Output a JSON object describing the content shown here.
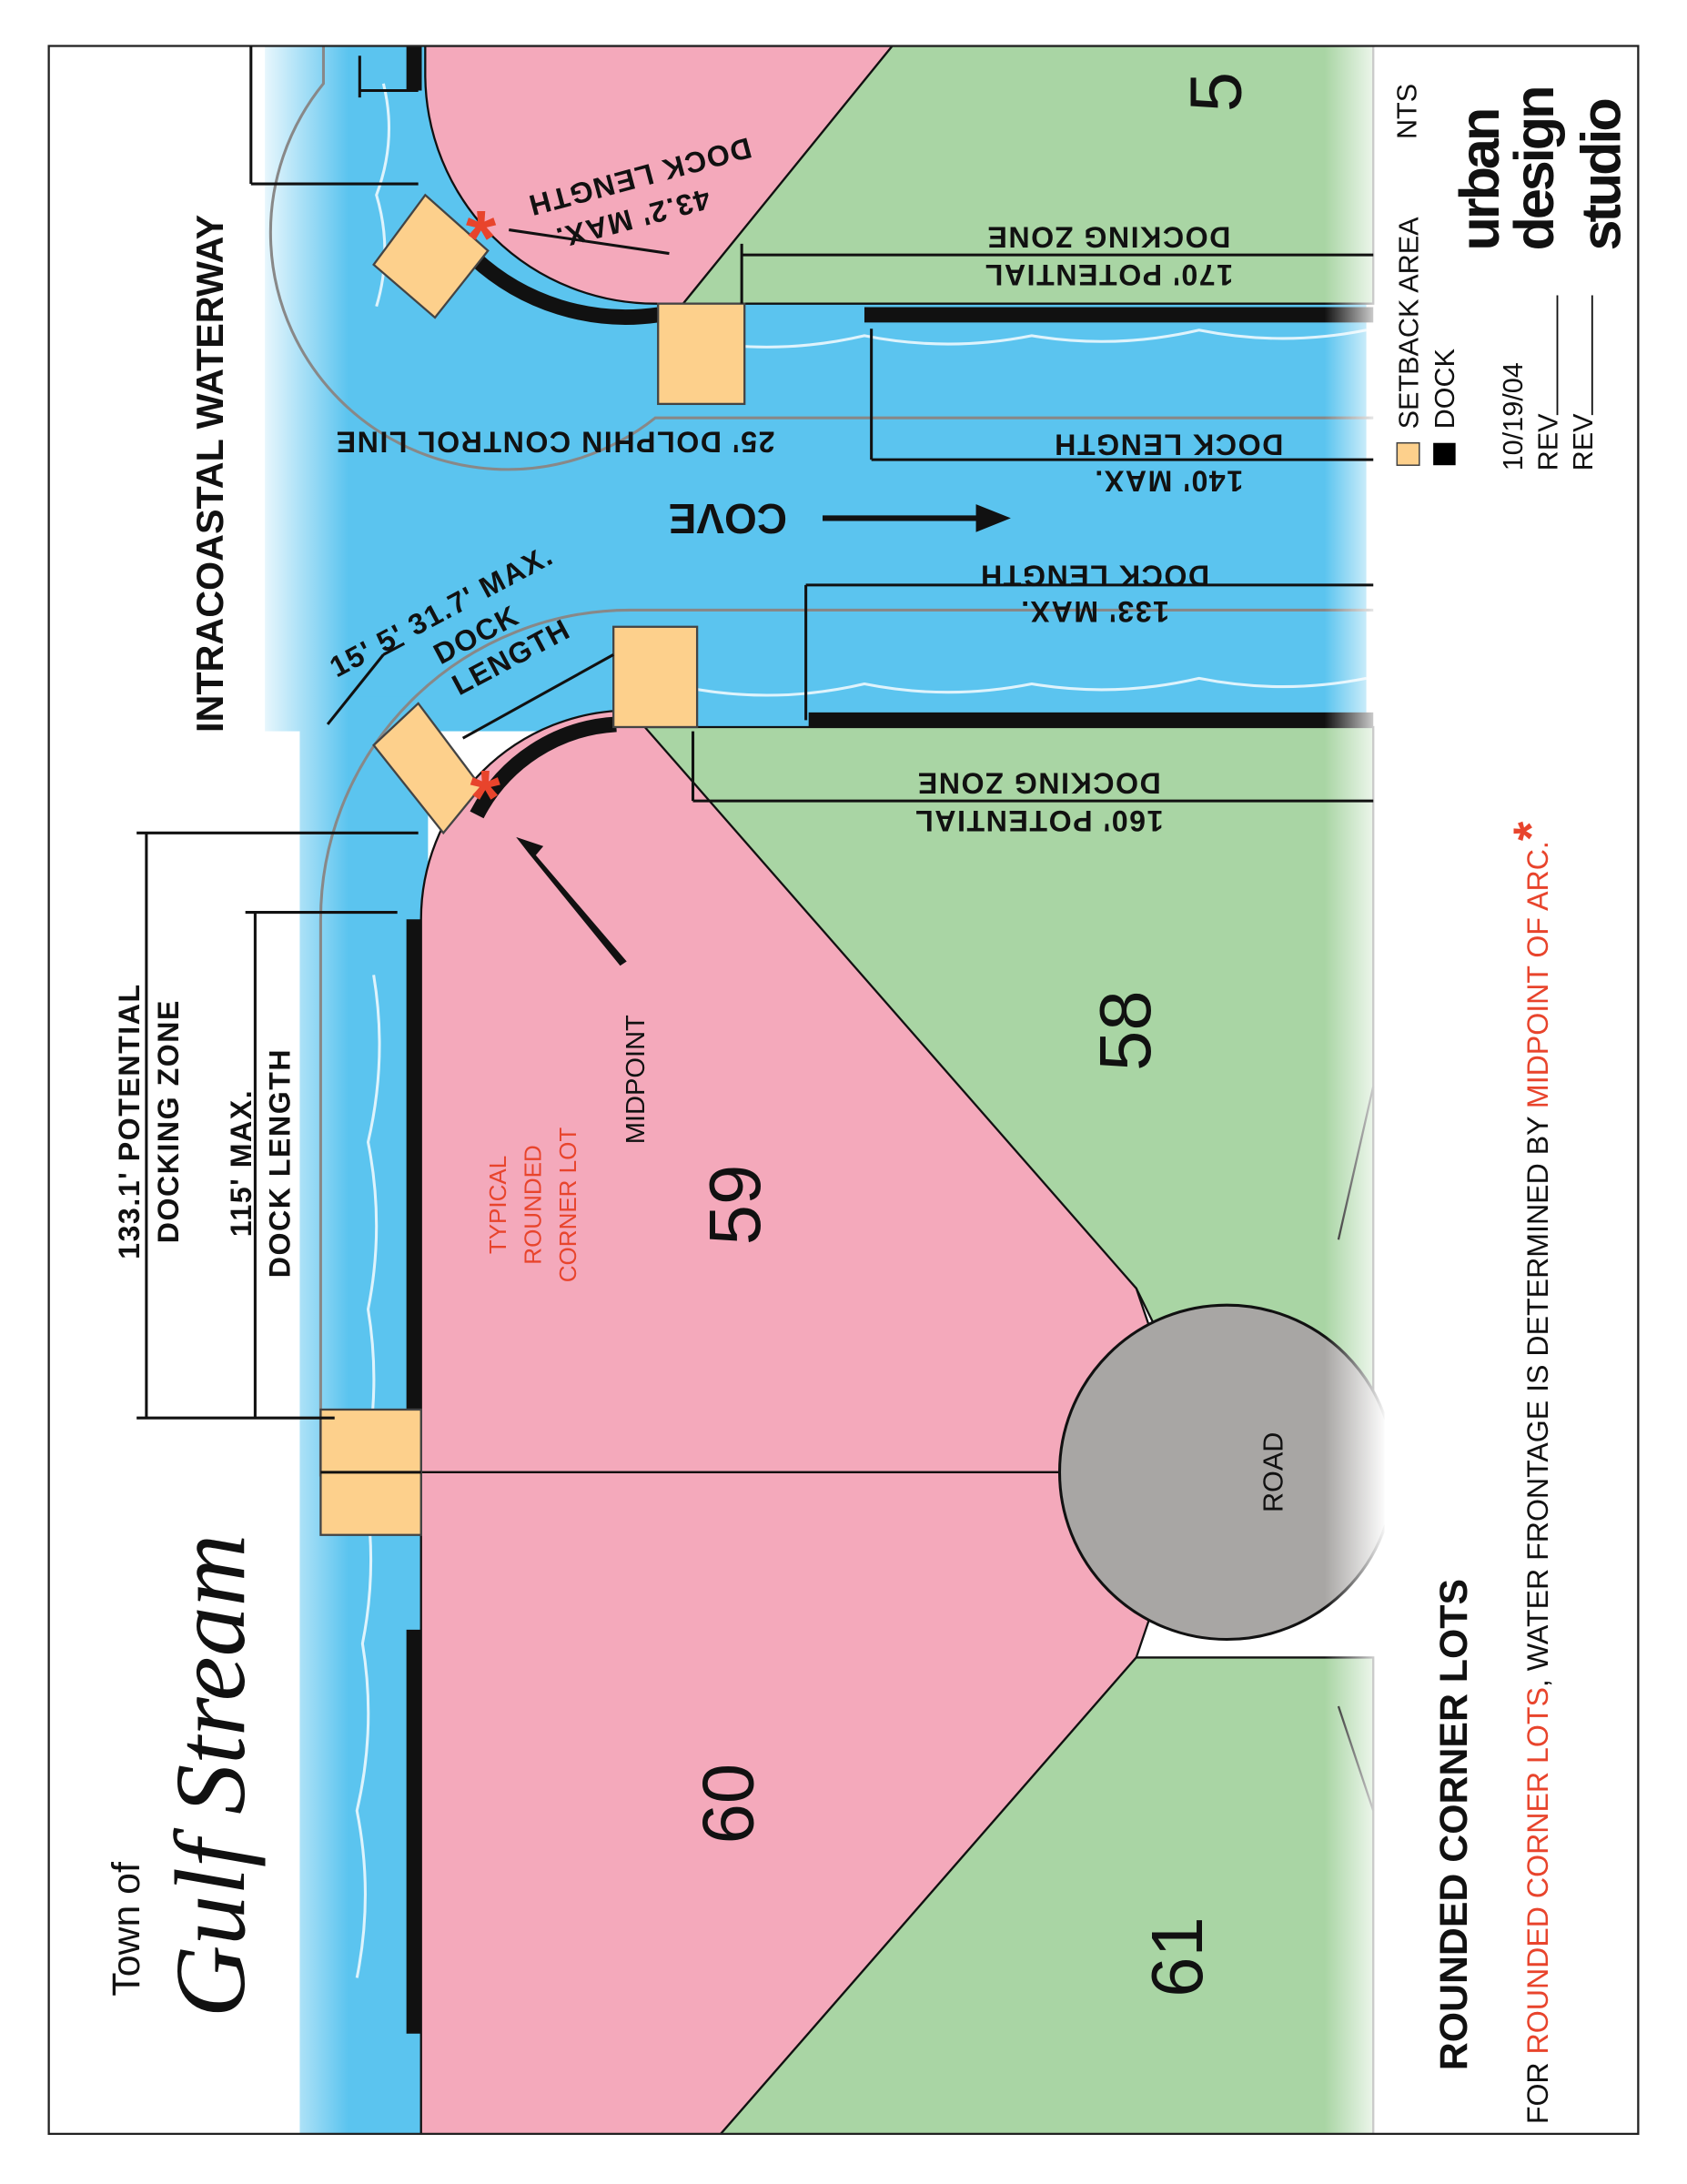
{
  "title_block": {
    "town_of": "Town of",
    "town_name": "Gulf Stream",
    "title": "ROUNDED CORNER LOTS",
    "note_prefix": "FOR ",
    "note_red1": "ROUNDED CORNER LOTS",
    "note_mid": ", WATER FRONTAGE IS DETERMINED BY ",
    "note_red2": "MIDPOINT OF ARC.",
    "note_star": "*",
    "nts": "NTS",
    "date": "10/19/04",
    "rev1": "REV",
    "rev2": "REV",
    "logo": [
      "urban",
      "design",
      "studio"
    ]
  },
  "legend": [
    {
      "label": "SETBACK AREA",
      "color": "#fdd08c"
    },
    {
      "label": "DOCK",
      "color": "#000000"
    }
  ],
  "map": {
    "waterway": "INTRACOASTAL WATERWAY",
    "cove": "COVE",
    "road": "ROAD",
    "lots": [
      "5",
      "58",
      "59",
      "60",
      "61"
    ],
    "typical": [
      "TYPICAL",
      "ROUNDED",
      "CORNER LOT"
    ],
    "midpoint": "MIDPOINT",
    "dims": {
      "d1331_a": "133.1' POTENTIAL",
      "d1331_b": "DOCKING ZONE",
      "d115_a": "115' MAX.",
      "d115_b": "DOCK LENGTH",
      "d317_a": "15'  5'  31.7' MAX.",
      "d317_b": "DOCK",
      "d317_c": "LENGTH",
      "d160_a": "160' POTENTIAL",
      "d160_b": "DOCKING ZONE",
      "d133_a": "133' MAX.",
      "d133_b": "DOCK LENGTH",
      "d140_a": "140' MAX.",
      "d140_b": "DOCK LENGTH",
      "dolphin": "25' DOLPHIN CONTROL LINE",
      "d170_a": "170' POTENTIAL",
      "d170_b": "DOCKING ZONE",
      "d432_a": "43.2' MAX.",
      "d432_b": "DOCK LENGTH"
    }
  },
  "colors": {
    "lot_pink": "#f4a9bb",
    "lot_green": "#a9d5a4",
    "water": "#5bc4ef",
    "road": "#a8a6a4",
    "accent_red": "#e8442c"
  }
}
